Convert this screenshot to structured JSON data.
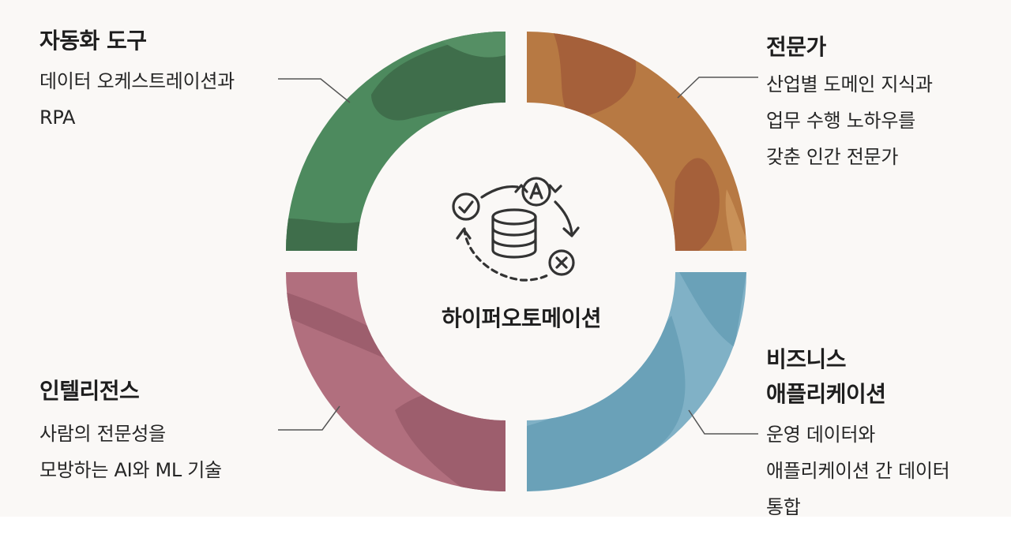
{
  "center": {
    "label": "하이퍼오토메이션"
  },
  "quadrants": {
    "top_left": {
      "title": "자동화 도구",
      "lines": [
        "데이터 오케스트레이션과",
        "RPA"
      ],
      "color": "#4d8a5e"
    },
    "top_right": {
      "title": "전문가",
      "lines": [
        "산업별 도메인 지식과",
        "업무 수행 노하우를",
        "갖춘 인간 전문가"
      ],
      "color": "#b77943"
    },
    "bottom_left": {
      "title": "인텔리전스",
      "lines": [
        "사람의 전문성을",
        "모방하는 AI와 ML 기술"
      ],
      "color": "#b16f7e"
    },
    "bottom_right": {
      "title_lines": [
        "비즈니스",
        "애플리케이션"
      ],
      "lines": [
        "운영 데이터와",
        "애플리케이션 간 데이터",
        "통합"
      ],
      "color": "#80b1c6"
    }
  },
  "icons": [
    "check-circle-icon",
    "database-icon",
    "letter-a-cycle-icon",
    "x-circle-icon"
  ]
}
